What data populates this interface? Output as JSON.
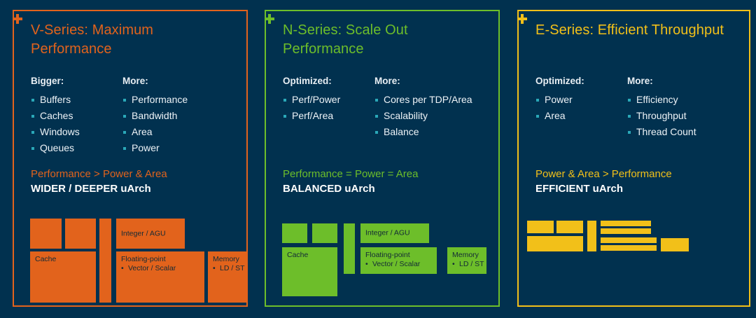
{
  "theme": {
    "background": "#01314f",
    "bullet_color": "#2aa8b8",
    "text_color": "#eef3f7"
  },
  "panels": [
    {
      "id": "v-series",
      "accent": "#e2631c",
      "title": "V-Series: Maximum Performance",
      "columns": [
        {
          "head": "Bigger:",
          "items": [
            "Buffers",
            "Caches",
            "Windows",
            "Queues"
          ]
        },
        {
          "head": "More:",
          "items": [
            "Performance",
            "Bandwidth",
            "Area",
            "Power"
          ]
        }
      ],
      "tagline_accent": "Performance > Power & Area",
      "tagline_white": "WIDER / DEEPER uArch",
      "diagram_blocks": [
        {
          "name": "front-end-block-a",
          "label": "",
          "label2": ""
        },
        {
          "name": "front-end-block-b",
          "label": "",
          "label2": ""
        },
        {
          "name": "pipe-column",
          "label": "",
          "label2": ""
        },
        {
          "name": "cache-block",
          "label": "Cache",
          "label2": ""
        },
        {
          "name": "integer-agu-block",
          "label": "Integer / AGU",
          "label2": ""
        },
        {
          "name": "floating-point-block",
          "label": "Floating-point",
          "label2": "Vector / Scalar"
        },
        {
          "name": "memory-block",
          "label": "Memory",
          "label2": "LD / ST"
        }
      ]
    },
    {
      "id": "n-series",
      "accent": "#6dbe2a",
      "title": "N-Series: Scale Out Performance",
      "columns": [
        {
          "head": "Optimized:",
          "items": [
            "Perf/Power",
            "Perf/Area"
          ]
        },
        {
          "head": "More:",
          "items": [
            "Cores per TDP/Area",
            "Scalability",
            "Balance"
          ]
        }
      ],
      "tagline_accent": "Performance = Power = Area",
      "tagline_white": "BALANCED uArch",
      "diagram_blocks": [
        {
          "name": "front-end-block-a",
          "label": "",
          "label2": ""
        },
        {
          "name": "front-end-block-b",
          "label": "",
          "label2": ""
        },
        {
          "name": "pipe-column",
          "label": "",
          "label2": ""
        },
        {
          "name": "cache-block",
          "label": "Cache",
          "label2": ""
        },
        {
          "name": "integer-agu-block",
          "label": "Integer / AGU",
          "label2": ""
        },
        {
          "name": "floating-point-block",
          "label": "Floating-point",
          "label2": "Vector / Scalar"
        },
        {
          "name": "memory-block",
          "label": "Memory",
          "label2": "LD / ST"
        }
      ]
    },
    {
      "id": "e-series",
      "accent": "#f2c019",
      "title": "E-Series: Efficient Throughput",
      "columns": [
        {
          "head": "Optimized:",
          "items": [
            "Power",
            "Area"
          ]
        },
        {
          "head": "More:",
          "items": [
            "Efficiency",
            "Throughput",
            "Thread Count"
          ]
        }
      ],
      "tagline_accent": "Power & Area > Performance",
      "tagline_white": "EFFICIENT uArch",
      "diagram_blocks": [
        {
          "name": "front-end-block-a",
          "label": "",
          "label2": ""
        },
        {
          "name": "front-end-block-b",
          "label": "",
          "label2": ""
        },
        {
          "name": "pipe-column",
          "label": "",
          "label2": ""
        },
        {
          "name": "cache-block",
          "label": "",
          "label2": ""
        },
        {
          "name": "integer-agu-block",
          "label": "",
          "label2": ""
        },
        {
          "name": "floating-point-block",
          "label": "",
          "label2": ""
        },
        {
          "name": "memory-block",
          "label": "",
          "label2": ""
        }
      ]
    }
  ]
}
